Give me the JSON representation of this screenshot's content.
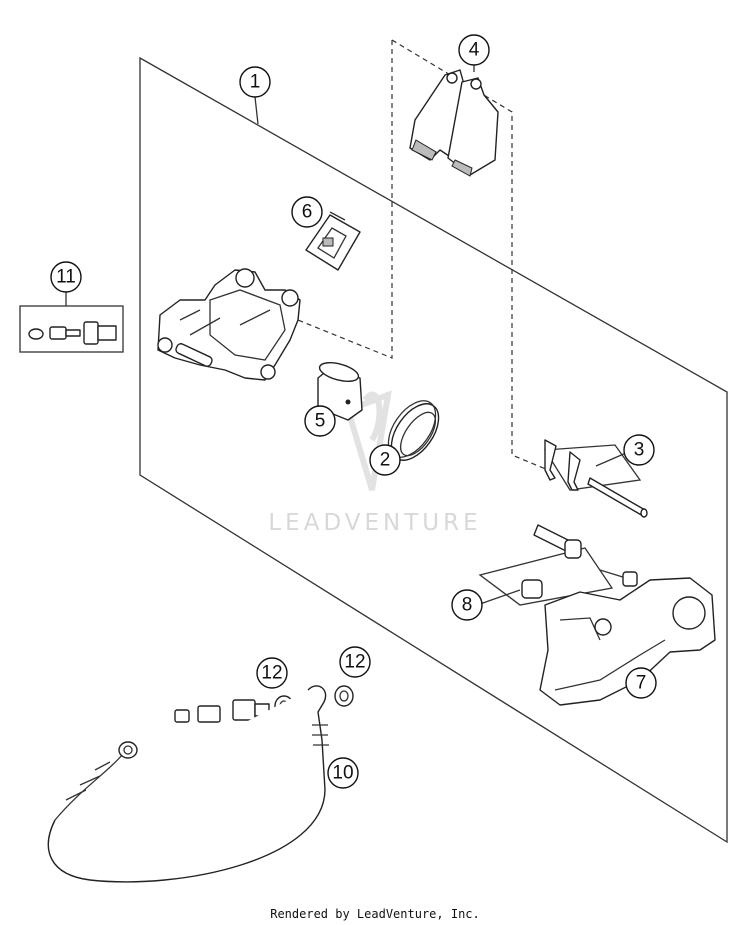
{
  "callouts": [
    {
      "id": "c1",
      "label": "1"
    },
    {
      "id": "c2",
      "label": "2"
    },
    {
      "id": "c3",
      "label": "3"
    },
    {
      "id": "c4",
      "label": "4"
    },
    {
      "id": "c5",
      "label": "5"
    },
    {
      "id": "c6",
      "label": "6"
    },
    {
      "id": "c7",
      "label": "7"
    },
    {
      "id": "c8",
      "label": "8"
    },
    {
      "id": "c10",
      "label": "10"
    },
    {
      "id": "c11",
      "label": "11"
    },
    {
      "id": "c12a",
      "label": "12"
    },
    {
      "id": "c12b",
      "label": "12"
    }
  ],
  "watermark": {
    "text": "LEADVENTURE"
  },
  "footer": {
    "text": "Rendered by LeadVenture, Inc."
  }
}
